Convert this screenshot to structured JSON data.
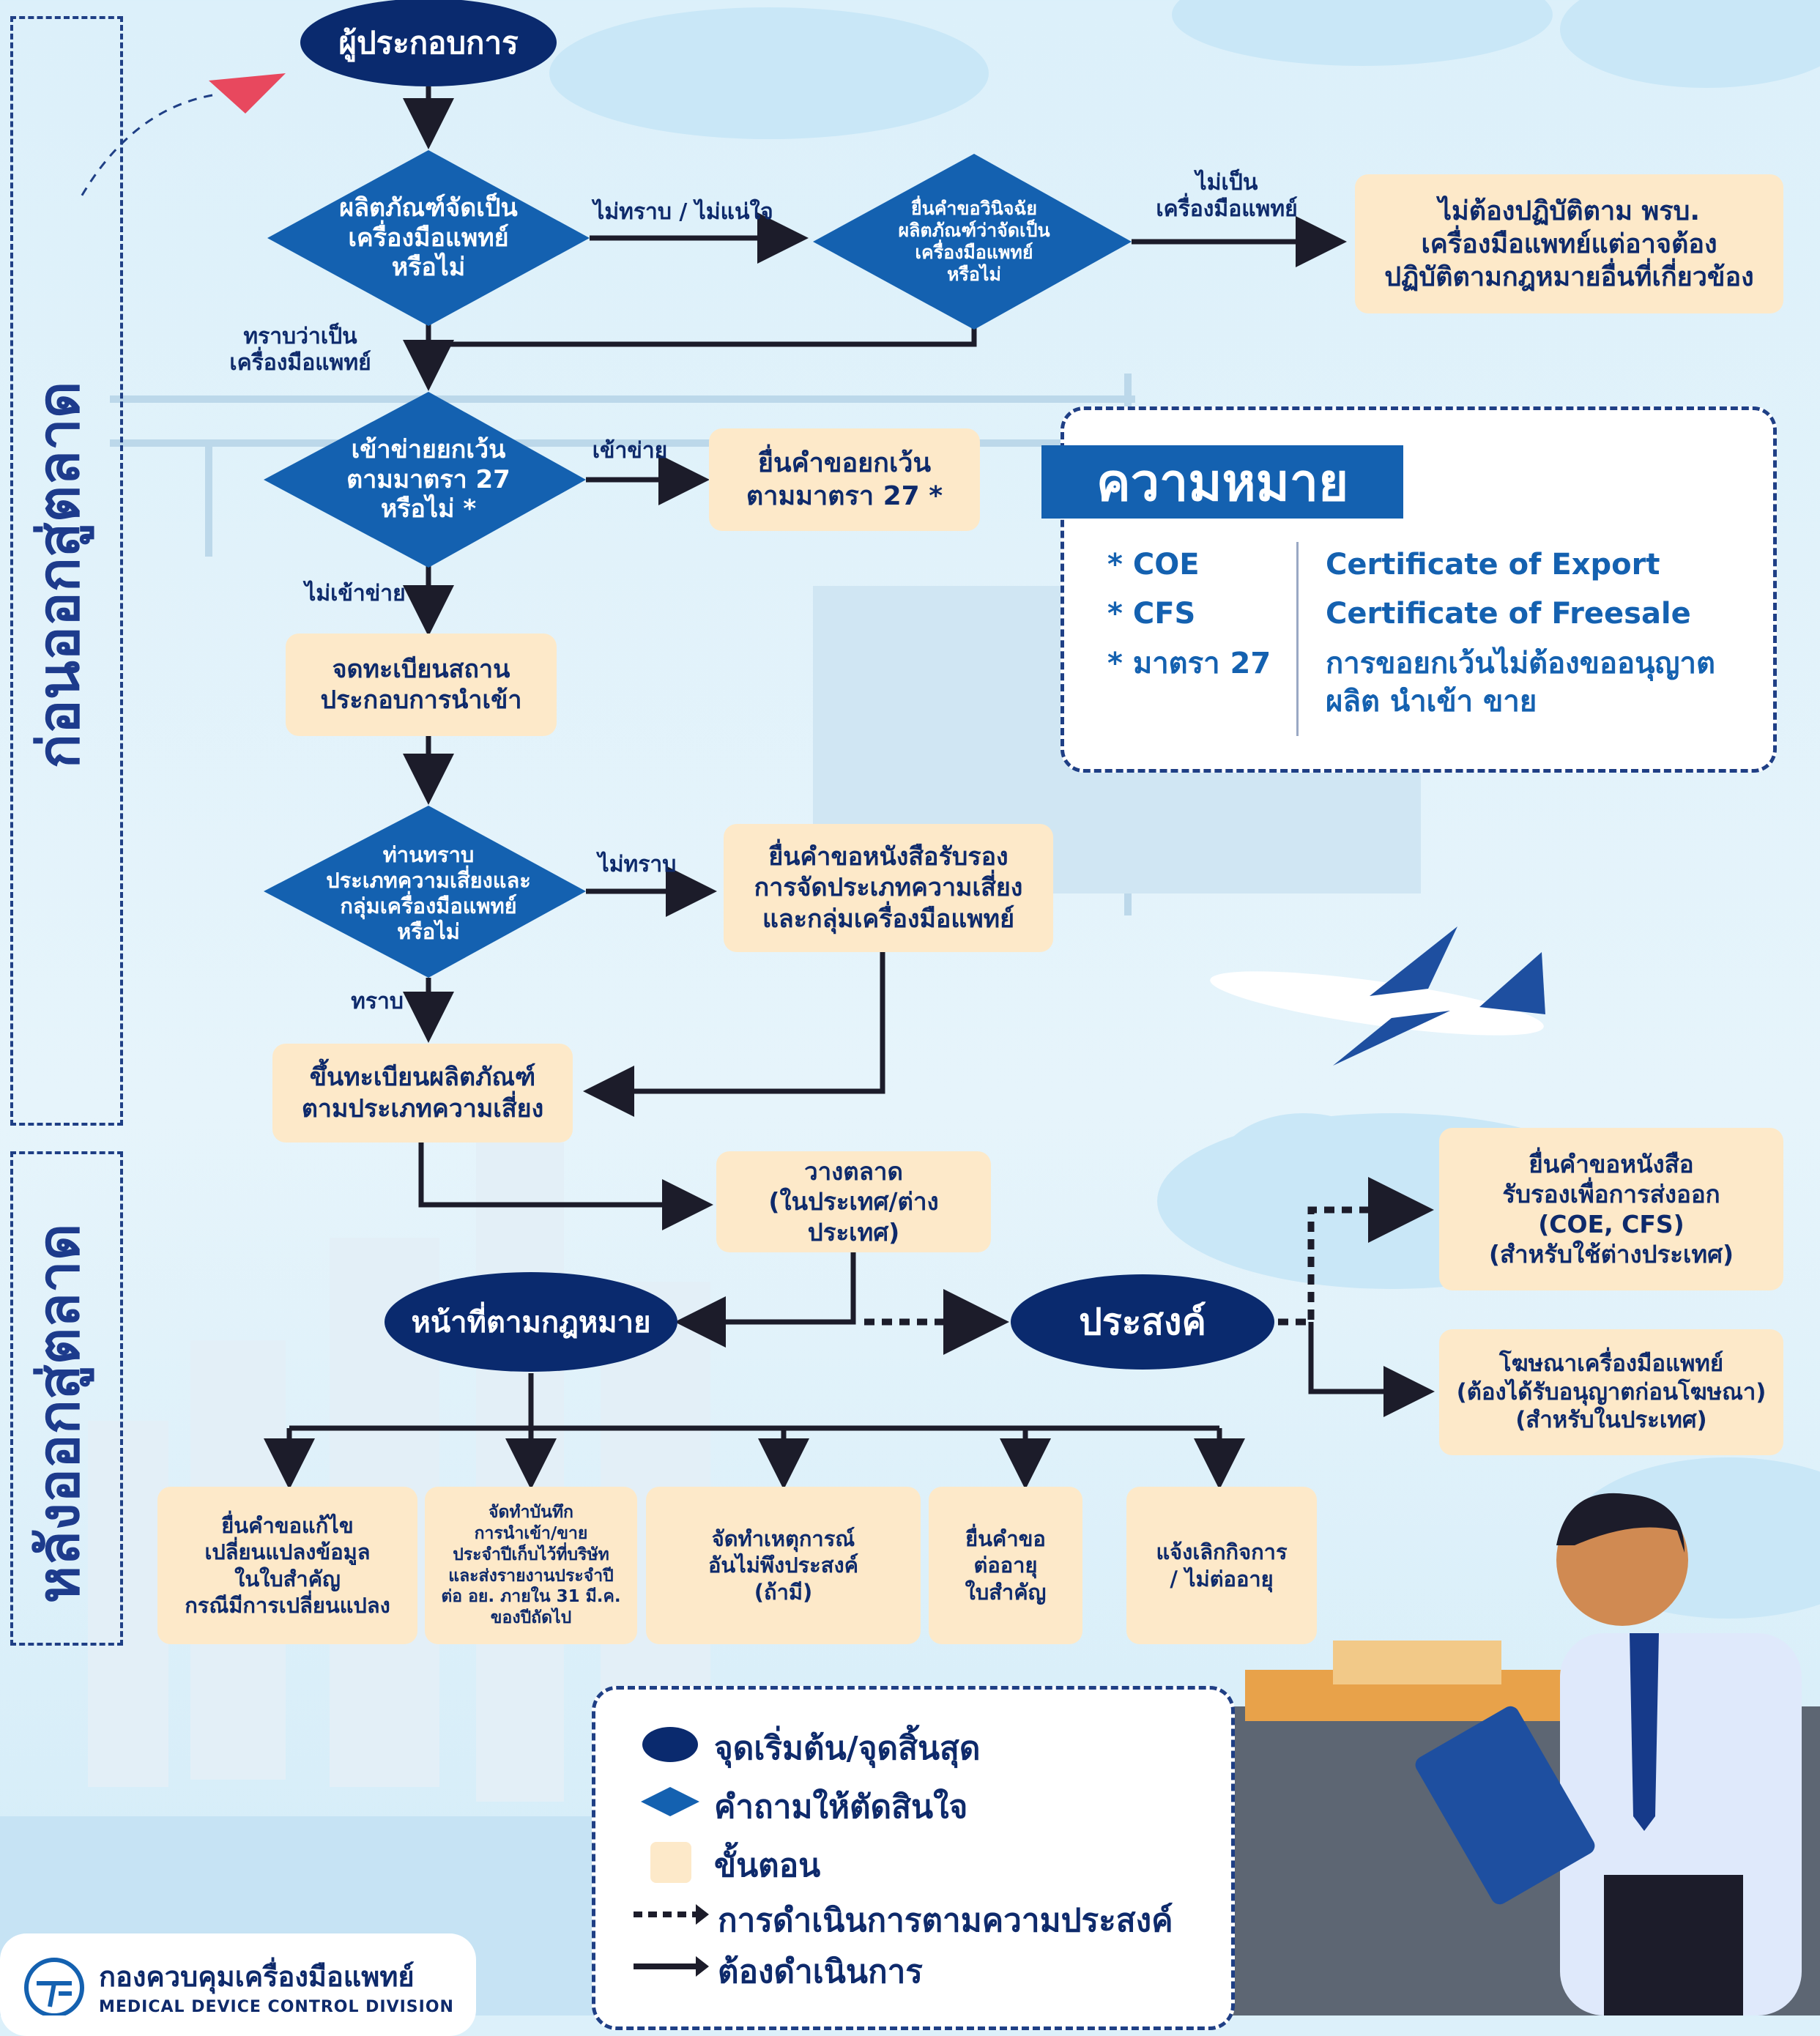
{
  "colors": {
    "navy": "#0a2a6e",
    "blue": "#1461b0",
    "cream": "#fde9c9",
    "bg": "#dcf0fa"
  },
  "side_labels": {
    "before": "ก่อนออกสู่ตลาด",
    "after": "หลังออกสู่ตลาด"
  },
  "start": "ผู้ประกอบการ",
  "q1": "ผลิตภัณฑ์จัดเป็น\nเครื่องมือแพทย์\nหรือไม่",
  "q1_no": "ไม่ทราบ / ไม่แน่ใจ",
  "q1_yes": "ทราบว่าเป็น\nเครื่องมือแพทย์",
  "q2": "ยื่นคำขอวินิจฉัย\nผลิตภัณฑ์ว่าจัดเป็น\nเครื่องมือแพทย์\nหรือไม่",
  "q2_no": "ไม่เป็น\nเครื่องมือแพทย์",
  "not_md": "ไม่ต้องปฏิบัติตาม พรบ.\nเครื่องมือแพทย์แต่อาจต้อง\nปฏิบัติตามกฎหมายอื่นที่เกี่ยวข้อง",
  "q3": "เข้าข่ายยกเว้น\nตามมาตรา 27\nหรือไม่ *",
  "q3_yes": "เข้าข่าย",
  "q3_no": "ไม่เข้าข่าย",
  "exempt": "ยื่นคำขอยกเว้น\nตามมาตรา 27 *",
  "register": "จดทะเบียนสถาน\nประกอบการนำเข้า",
  "q4": "ท่านทราบ\nประเภทความเสี่ยงและ\nกลุ่มเครื่องมือแพทย์\nหรือไม่",
  "q4_no": "ไม่ทราบ",
  "q4_yes": "ทราบ",
  "classify": "ยื่นคำขอหนังสือรับรอง\nการจัดประเภทความเสี่ยง\nและกลุ่มเครื่องมือแพทย์",
  "product_reg": "ขึ้นทะเบียนผลิตภัณฑ์\nตามประเภทความเสี่ยง",
  "market": "วางตลาด\n(ในประเทศ/ต่างประเทศ)",
  "duty": "หน้าที่ตามกฎหมาย",
  "wish": "ประสงค์",
  "export_cert": "ยื่นคำขอหนังสือ\nรับรองเพื่อการส่งออก\n(COE, CFS)\n(สำหรับใช้ต่างประเทศ)",
  "advert": "โฆษณาเครื่องมือแพทย์\n(ต้องได้รับอนุญาตก่อนโฆษณา)\n(สำหรับในประเทศ)",
  "duties": [
    "ยื่นคำขอแก้ไข\nเปลี่ยนแปลงข้อมูล\nในใบสำคัญ\nกรณีมีการเปลี่ยนแปลง",
    "จัดทำบันทึก\nการนำเข้า/ขาย\nประจำปีเก็บไว้ที่บริษัท\nและส่งรายงานประจำปี\nต่อ อย. ภายใน 31 มี.ค.\nของปีถัดไป",
    "จัดทำเหตุการณ์\nอันไม่พึงประสงค์\n(ถ้ามี)",
    "ยื่นคำขอ\nต่ออายุ\nใบสำคัญ",
    "แจ้งเลิกกิจการ\n/ ไม่ต่ออายุ"
  ],
  "definitions": {
    "title": "ความหมาย",
    "items": [
      {
        "term": "* COE",
        "meaning": "Certificate of Export"
      },
      {
        "term": "* CFS",
        "meaning": "Certificate of Freesale"
      },
      {
        "term": "* มาตรา 27",
        "meaning": "การขอยกเว้นไม่ต้องขออนุญาต\nผลิต นำเข้า ขาย"
      }
    ]
  },
  "legend": {
    "oval": "จุดเริ่มต้น/จุดสิ้นสุด",
    "diamond": "คำถามให้ตัดสินใจ",
    "step": "ขั้นตอน",
    "dotted": "การดำเนินการตามความประสงค์",
    "solid": "ต้องดำเนินการ"
  },
  "logo": {
    "th": "กองควบคุมเครื่องมือแพทย์",
    "en": "MEDICAL DEVICE CONTROL DIVISION"
  }
}
